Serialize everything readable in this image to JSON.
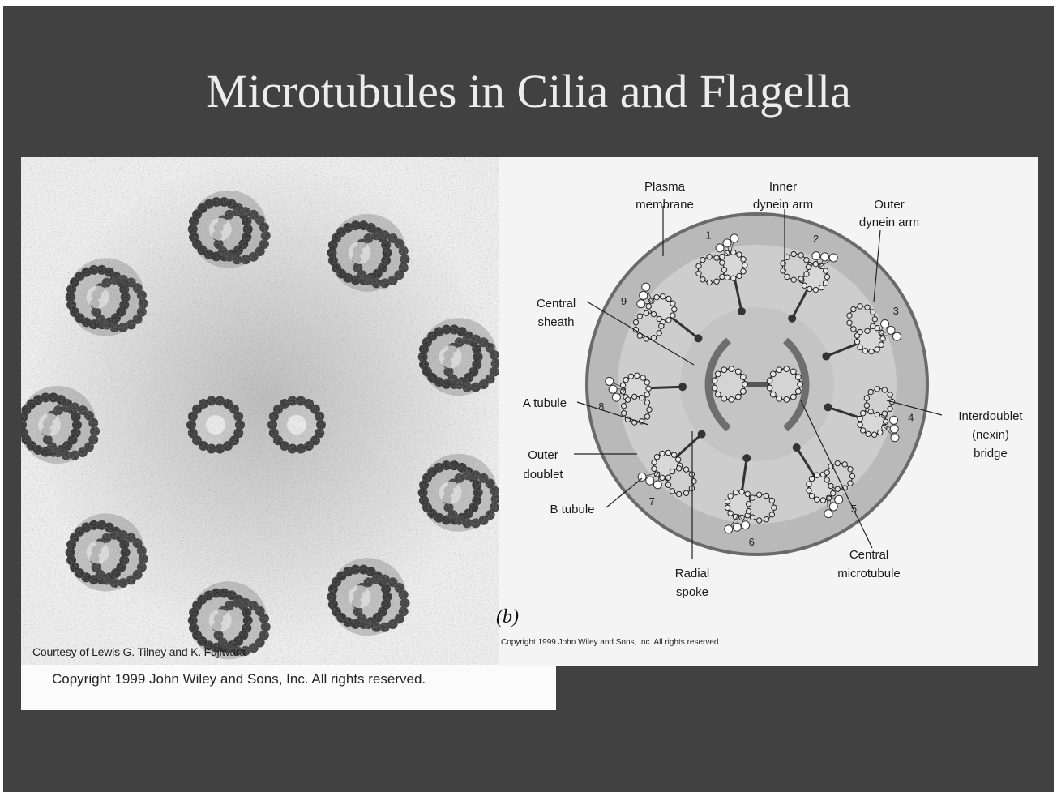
{
  "slide": {
    "title": "Microtubules in Cilia and Flagella",
    "background_color": "#414141",
    "title_color": "#ececec"
  },
  "photo": {
    "courtesy": "Courtesy of Lewis G. Tilney and K. Fujiwara",
    "copyright": "Copyright 1999 John Wiley and Sons, Inc. All rights reserved."
  },
  "diagram": {
    "figure_letter": "(b)",
    "copyright": "Copyright 1999 John Wiley and Sons, Inc. All rights reserved.",
    "labels": {
      "plasma_membrane_1": "Plasma",
      "plasma_membrane_2": "membrane",
      "inner_dynein_1": "Inner",
      "inner_dynein_2": "dynein arm",
      "outer_dynein_1": "Outer",
      "outer_dynein_2": "dynein arm",
      "central_sheath_1": "Central",
      "central_sheath_2": "sheath",
      "a_tubule": "A tubule",
      "outer_doublet_1": "Outer",
      "outer_doublet_2": "doublet",
      "b_tubule": "B tubule",
      "radial_spoke_1": "Radial",
      "radial_spoke_2": "spoke",
      "central_microtubule_1": "Central",
      "central_microtubule_2": "microtubule",
      "interdoublet_1": "Interdoublet",
      "interdoublet_2": "(nexin)",
      "interdoublet_3": "bridge"
    },
    "doublet_numbers": [
      "1",
      "2",
      "3",
      "4",
      "5",
      "6",
      "7",
      "8",
      "9"
    ]
  }
}
